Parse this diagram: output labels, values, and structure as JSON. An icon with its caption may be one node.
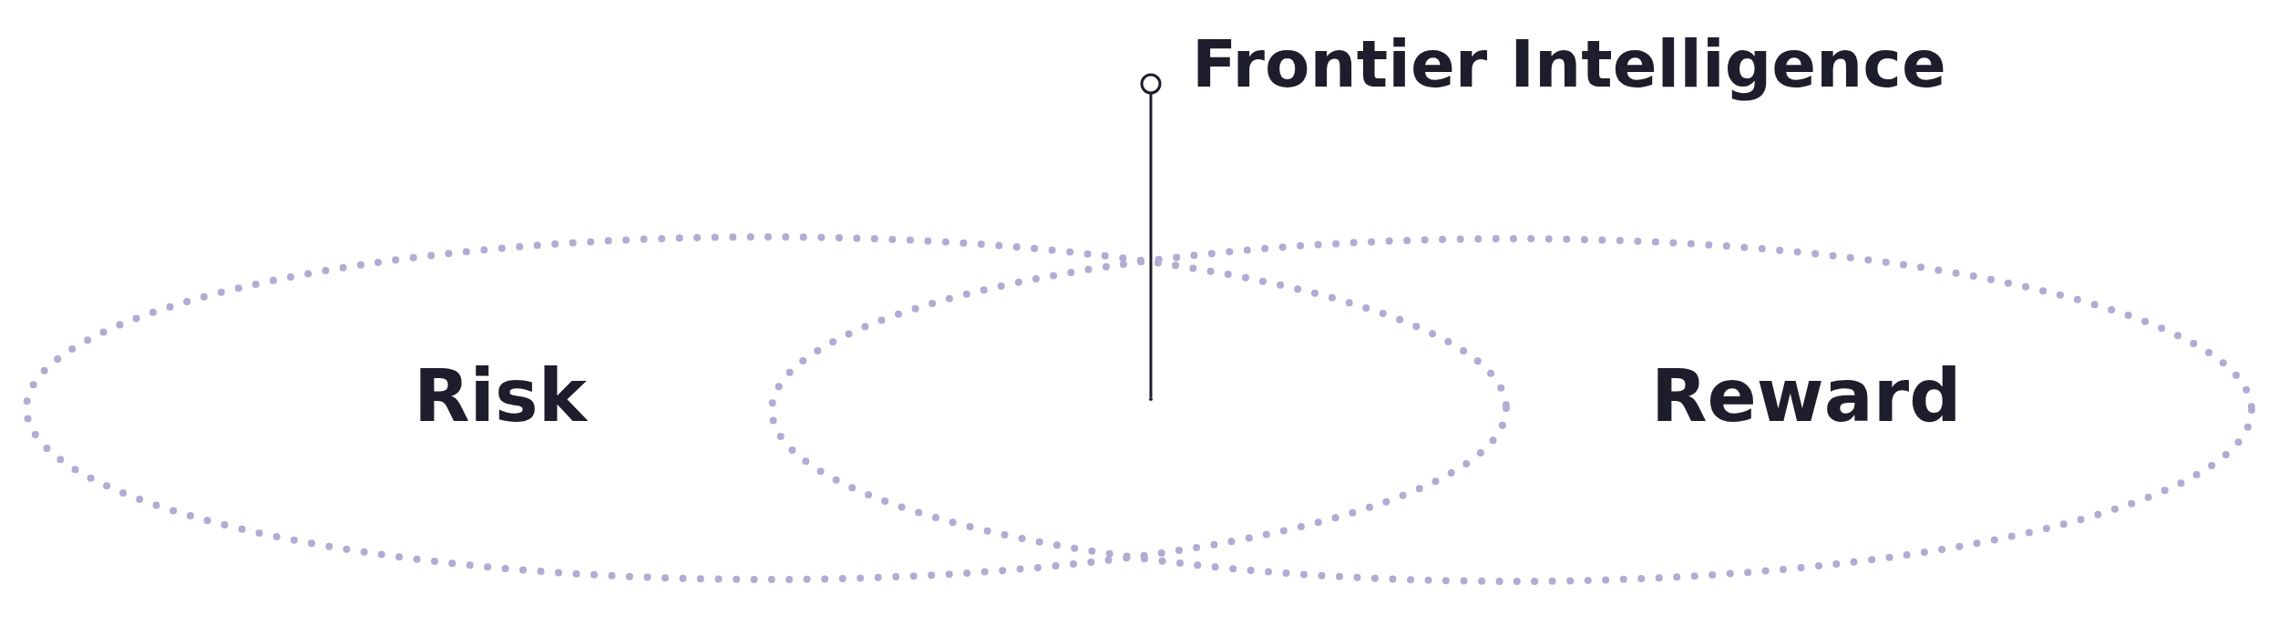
{
  "diagram": {
    "nodes": [
      {
        "text": [
          "Risk"
        ]
      },
      {
        "text": [
          "Reward"
        ]
      },
      {
        "text": [
          "Frontier Intelligence"
        ]
      },
      {
        "text": [],
        "shape": "point"
      }
    ],
    "edges": [
      {
        "from": 2,
        "to": 3,
        "arrow": "other"
      }
    ]
  }
}
